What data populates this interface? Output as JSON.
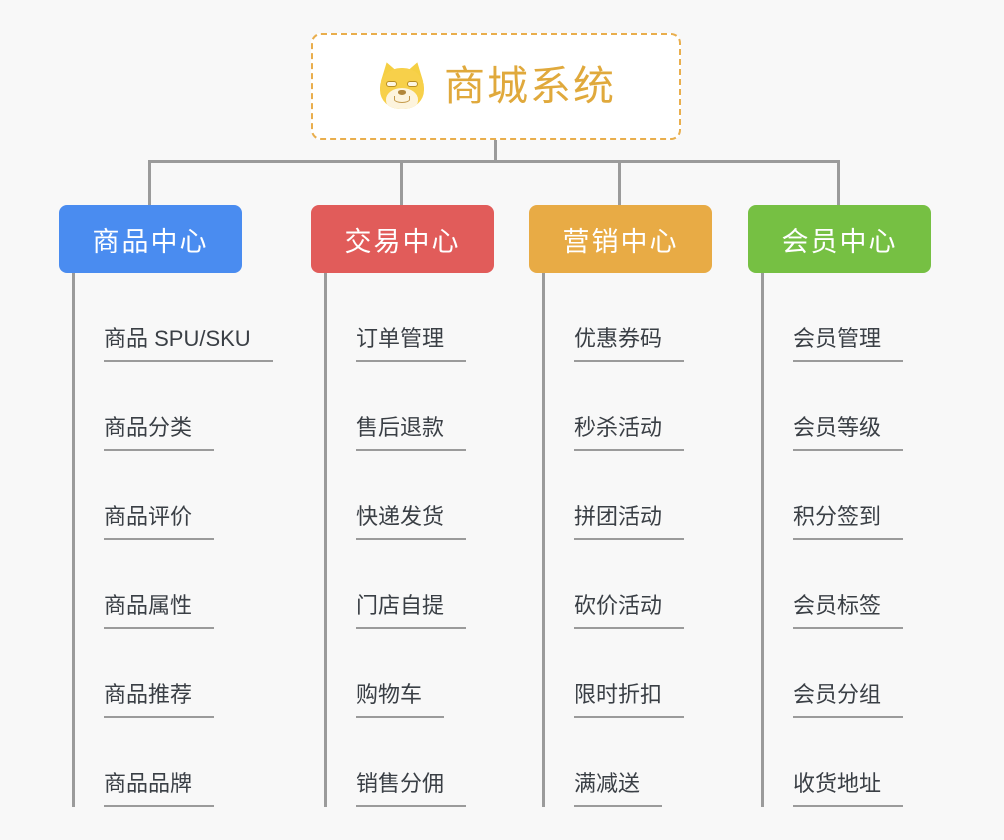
{
  "background_color": "#f8f8f8",
  "root": {
    "icon": "shiba-dog-face-icon",
    "title": "商城系统",
    "title_color": "#e0a93c",
    "border_color": "#e9ae4d",
    "border_style": "dashed"
  },
  "connector_color": "#9b9b9b",
  "columns": [
    {
      "id": "product-center",
      "label": "商品中心",
      "color": "#4a8cf0",
      "items": [
        "商品 SPU/SKU",
        "商品分类",
        "商品评价",
        "商品属性",
        "商品推荐",
        "商品品牌"
      ]
    },
    {
      "id": "trade-center",
      "label": "交易中心",
      "color": "#e15c5a",
      "items": [
        "订单管理",
        "售后退款",
        "快递发货",
        "门店自提",
        "购物车",
        "销售分佣"
      ]
    },
    {
      "id": "marketing-center",
      "label": "营销中心",
      "color": "#e8ab45",
      "items": [
        "优惠券码",
        "秒杀活动",
        "拼团活动",
        "砍价活动",
        "限时折扣",
        "满减送"
      ]
    },
    {
      "id": "member-center",
      "label": "会员中心",
      "color": "#76c043",
      "items": [
        "会员管理",
        "会员等级",
        "积分签到",
        "会员标签",
        "会员分组",
        "收货地址"
      ]
    }
  ]
}
